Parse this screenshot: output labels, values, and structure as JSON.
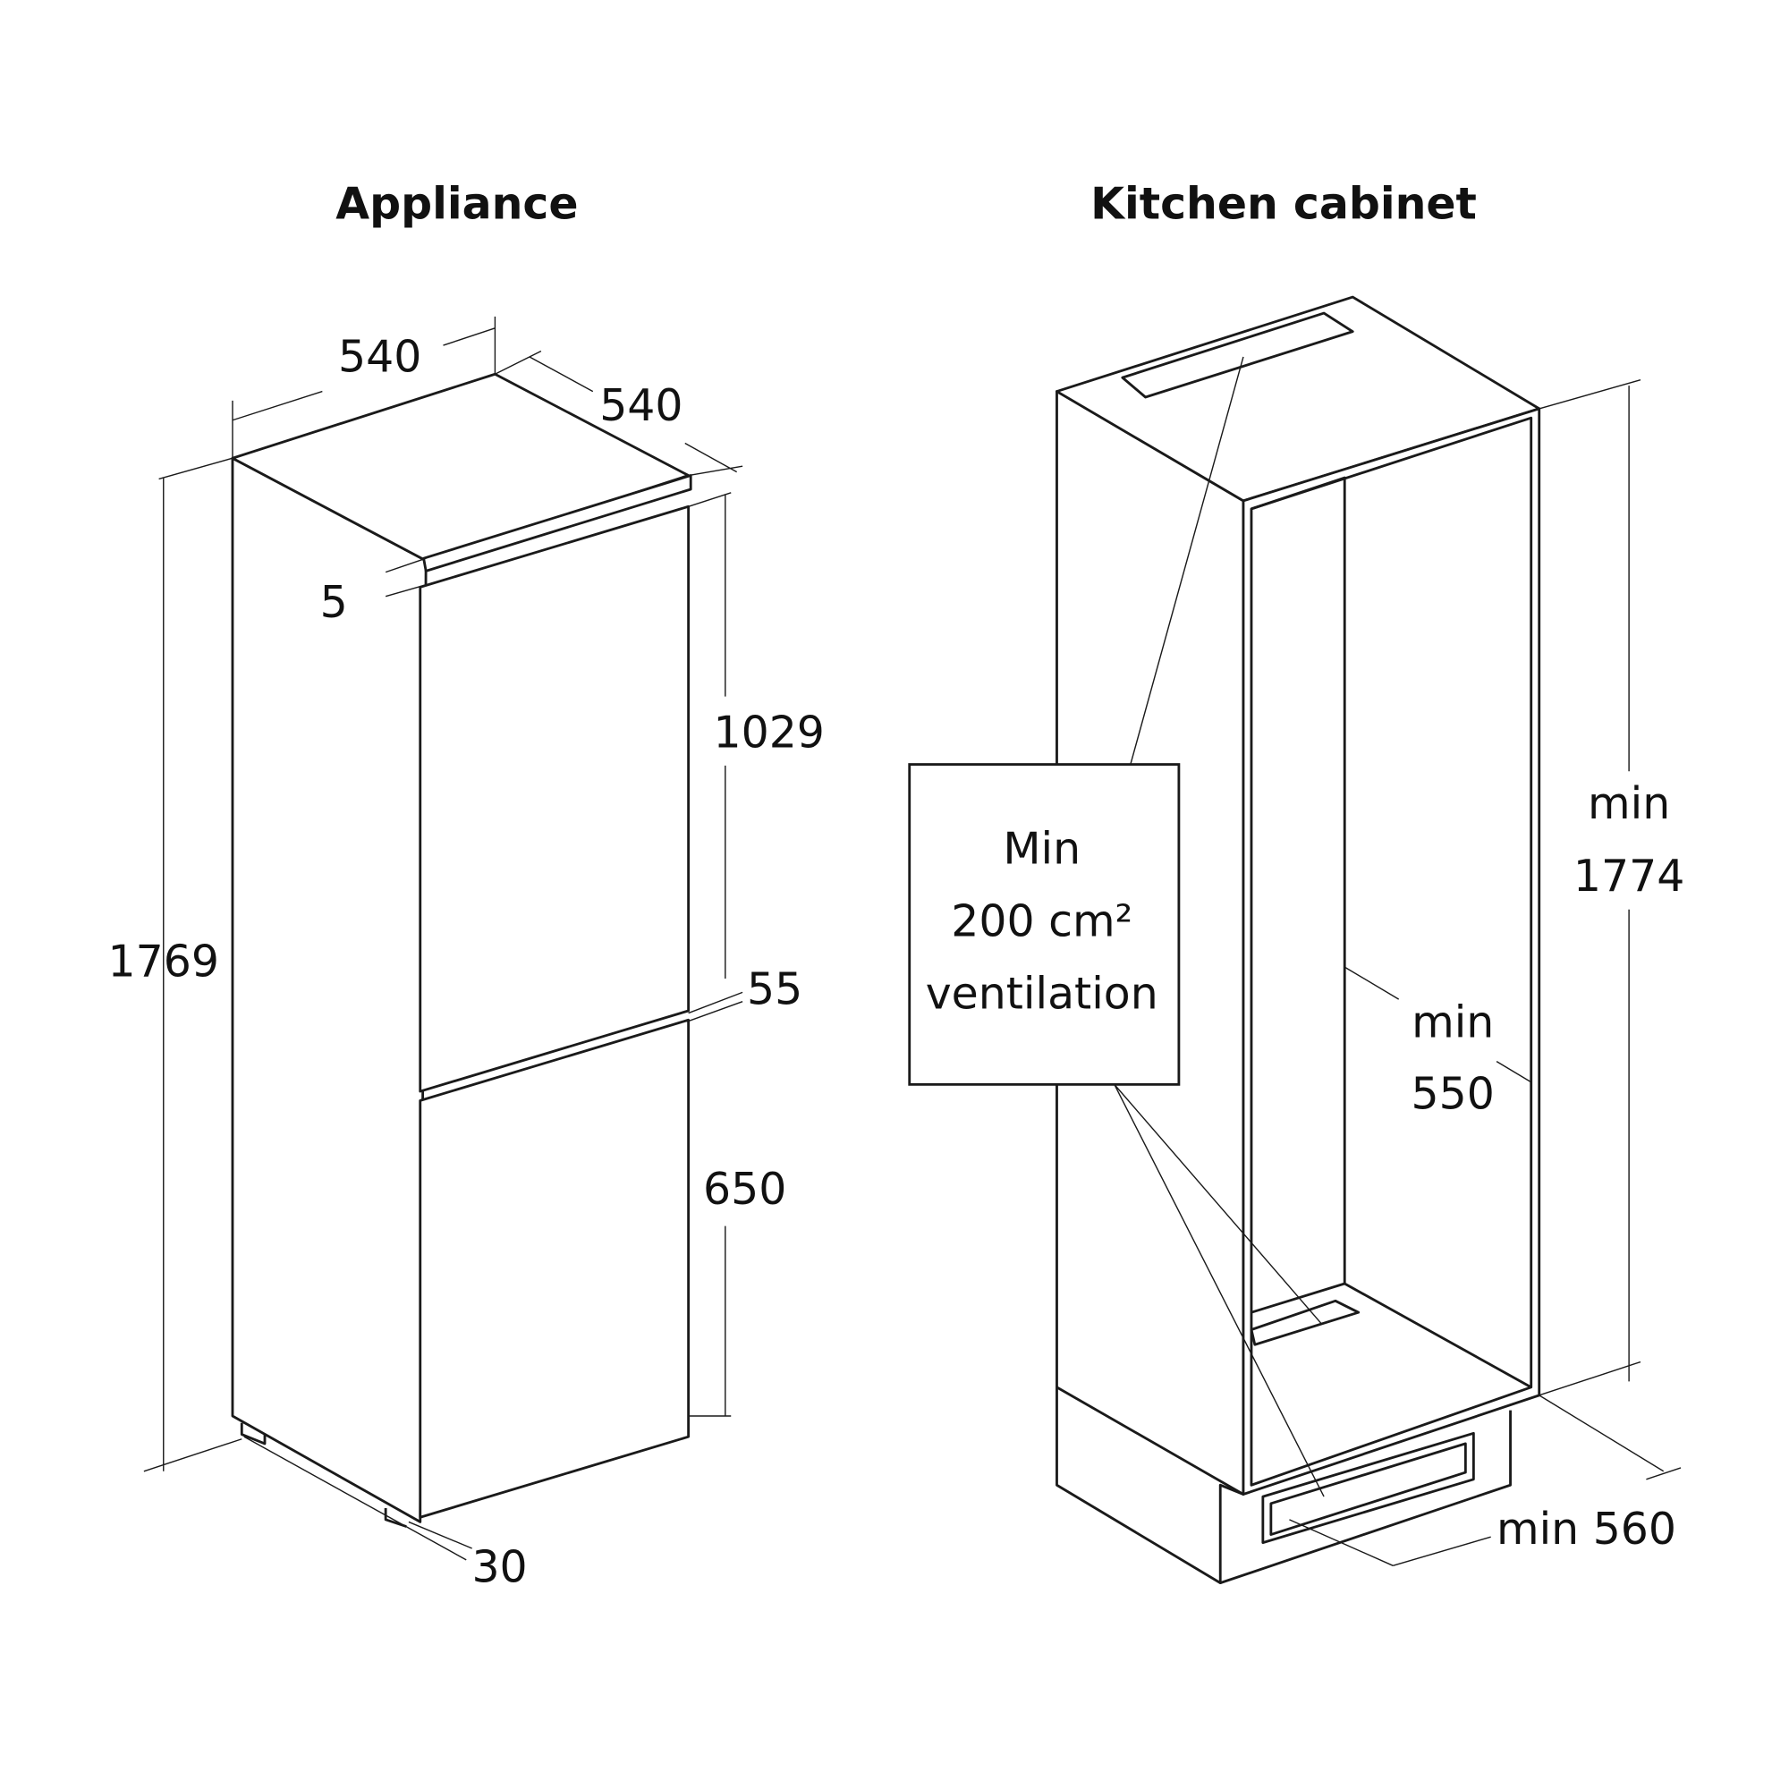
{
  "appliance": {
    "title": "Appliance",
    "width": "540",
    "depth": "540",
    "height": "1769",
    "top_gap": "5",
    "upper_door": "1029",
    "door_gap": "55",
    "lower_door": "650",
    "foot": "30"
  },
  "cabinet": {
    "title": "Kitchen cabinet",
    "ventilation_line1": "Min",
    "ventilation_line2": "200 cm²",
    "ventilation_line3": "ventilation",
    "height_line1": "min",
    "height_line2": "1774",
    "depth_line1": "min",
    "depth_line2": "550",
    "width": "min 560"
  },
  "colors": {
    "line": "#1a1a1a",
    "background": "#ffffff"
  }
}
